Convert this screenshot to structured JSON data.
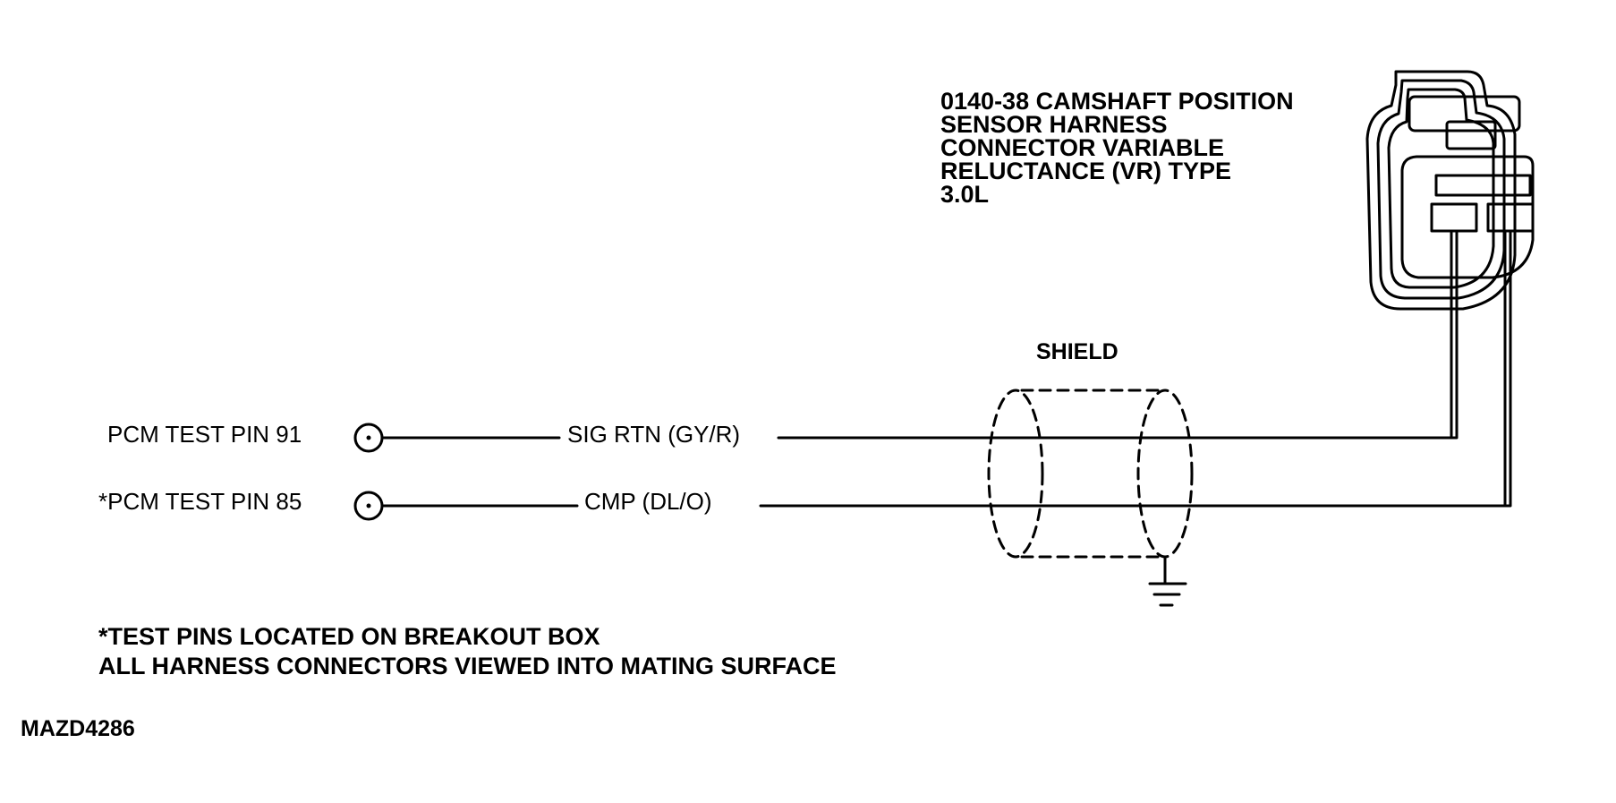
{
  "connector": {
    "title_lines": [
      "0140-38 CAMSHAFT POSITION",
      "SENSOR HARNESS",
      "CONNECTOR VARIABLE",
      "RELUCTANCE (VR) TYPE",
      "3.0L"
    ]
  },
  "shield": {
    "label": "SHIELD"
  },
  "pins": [
    {
      "label": "PCM TEST PIN 91"
    },
    {
      "label": "*PCM TEST PIN 85"
    }
  ],
  "wires": [
    {
      "label": "SIG RTN (GY/R)"
    },
    {
      "label": "CMP (DL/O)"
    }
  ],
  "notes": [
    "*TEST PINS LOCATED ON BREAKOUT BOX",
    "ALL HARNESS CONNECTORS VIEWED INTO MATING SURFACE"
  ],
  "figure_id": "MAZD4286"
}
